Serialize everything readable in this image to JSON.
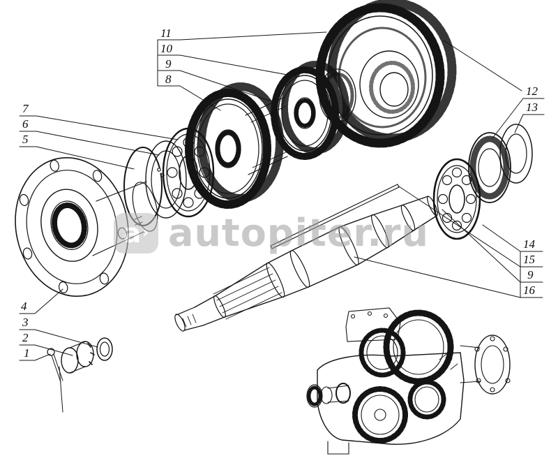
{
  "watermark": {
    "logo_glyph": "a",
    "logo_arrow": "›",
    "text": "autopiter.ru"
  },
  "callouts": {
    "n11": "11",
    "n10": "10",
    "n9_top": "9",
    "n8": "8",
    "n7": "7",
    "n6": "6",
    "n5": "5",
    "n4": "4",
    "n3": "3",
    "n2": "2",
    "n1": "1",
    "n12": "12",
    "n13": "13",
    "n14": "14",
    "n15": "15",
    "n9_right": "9",
    "n16": "16"
  }
}
